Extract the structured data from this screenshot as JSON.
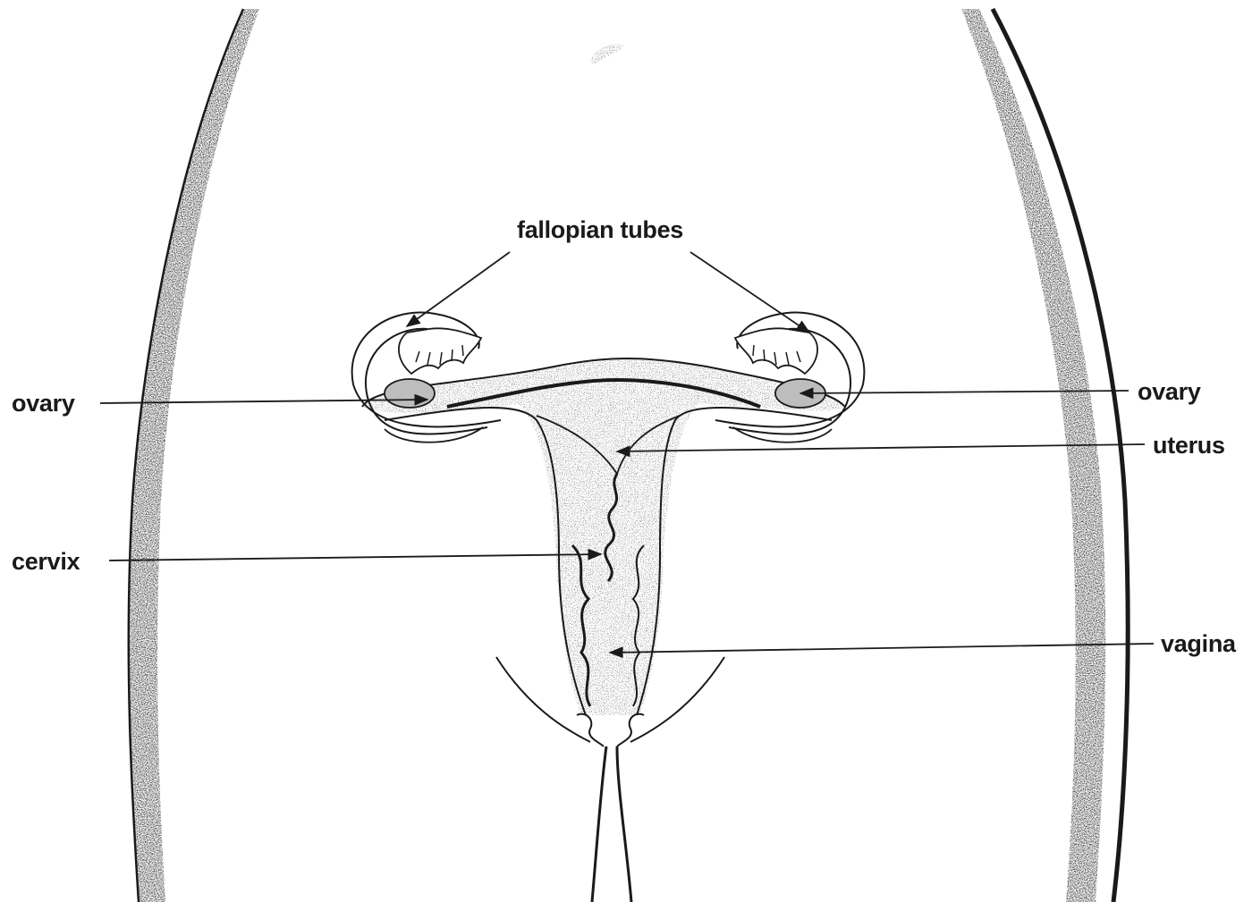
{
  "labels": {
    "fallopian_tubes": "fallopian tubes",
    "ovary_left": "ovary",
    "ovary_right": "ovary",
    "uterus": "uterus",
    "cervix": "cervix",
    "vagina": "vagina"
  },
  "colors": {
    "ink": "#1a1a1a",
    "stipple": "#8a8a8a",
    "background": "#ffffff"
  }
}
